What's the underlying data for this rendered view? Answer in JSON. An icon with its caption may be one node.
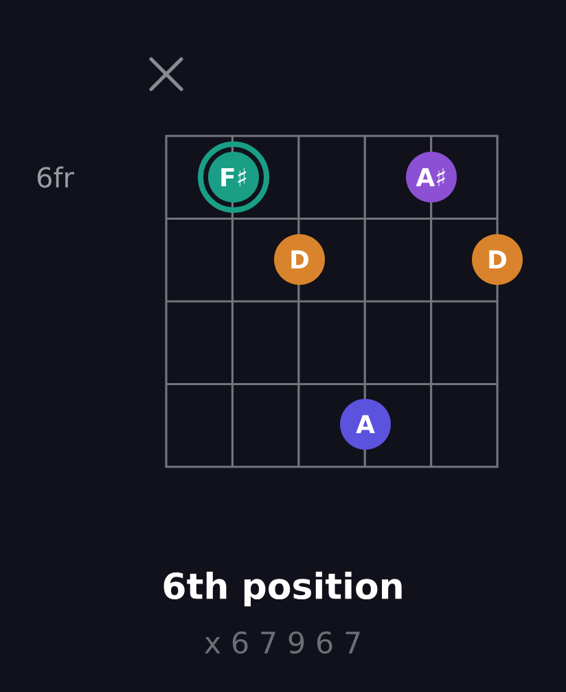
{
  "diagram": {
    "caption": "6th position",
    "nodes": [
      {
        "text": [
          "F♯"
        ]
      },
      {
        "text": [
          "A♯"
        ]
      },
      {
        "text": [
          "D"
        ]
      },
      {
        "text": [
          "D"
        ]
      },
      {
        "text": [
          "A"
        ]
      }
    ],
    "labels": [
      "6fr",
      "x 6 7 9 6 7"
    ]
  }
}
